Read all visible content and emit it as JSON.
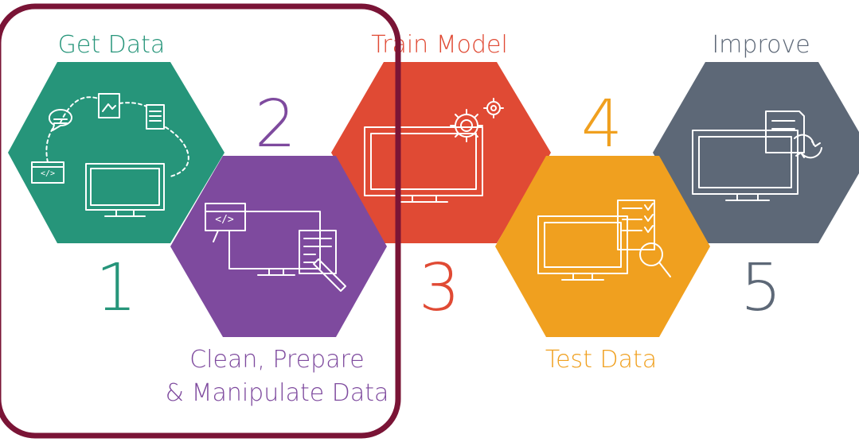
{
  "steps": [
    {
      "number": "1",
      "label": "Get Data",
      "color": "#26957a"
    },
    {
      "number": "2",
      "label_lines": [
        "Clean, Prepare",
        "& Manipulate Data"
      ],
      "color": "#7e4a9e"
    },
    {
      "number": "3",
      "label": "Train Model",
      "color": "#e04a34"
    },
    {
      "number": "4",
      "label": "Test Data",
      "color": "#f0a01f"
    },
    {
      "number": "5",
      "label": "Improve",
      "color": "#5d6877"
    }
  ],
  "highlight": {
    "color": "#7a1436"
  },
  "icons": {
    "step1": "computer-data-sources-icon",
    "step2": "computer-code-edit-icon",
    "step3": "computer-gears-icon",
    "step4": "computer-checklist-search-icon",
    "step5": "computer-document-refresh-icon"
  }
}
